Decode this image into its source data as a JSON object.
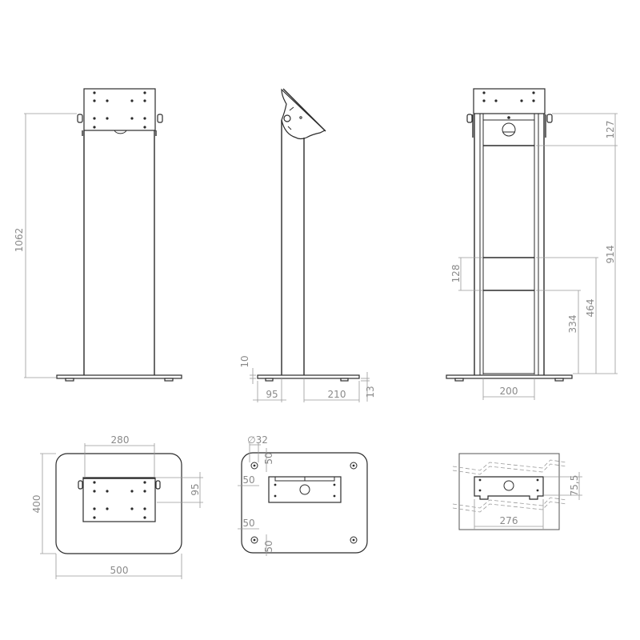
{
  "drawing": {
    "title": "Floor stand technical drawing",
    "views": {
      "front": {
        "dimensions": {
          "height": "1062"
        }
      },
      "side": {
        "dimensions": {
          "foot_height": "10",
          "base_thickness": "13",
          "front_offset": "95",
          "rear_offset": "210"
        }
      },
      "rear": {
        "dimensions": {
          "top_section": "127",
          "column_height": "914",
          "panel_height": "128",
          "lower_top": "464",
          "lower_height": "334",
          "inner_width": "200"
        }
      },
      "top": {
        "dimensions": {
          "bracket_width": "280",
          "bracket_depth": "95",
          "base_depth": "400",
          "base_width": "500"
        }
      },
      "bottom": {
        "dimensions": {
          "foot_diameter": "∅32",
          "edge_top": "50",
          "edge_left_top": "50",
          "edge_left_bottom": "50",
          "edge_bottom": "50"
        }
      },
      "wall_detail": {
        "dimensions": {
          "bracket_height": "75,5",
          "bracket_width": "276"
        }
      }
    },
    "colors": {
      "line": "#2b2b2b",
      "dimension": "#9a9a9a",
      "dimension_text": "#8a8a8a",
      "background": "#ffffff"
    }
  }
}
